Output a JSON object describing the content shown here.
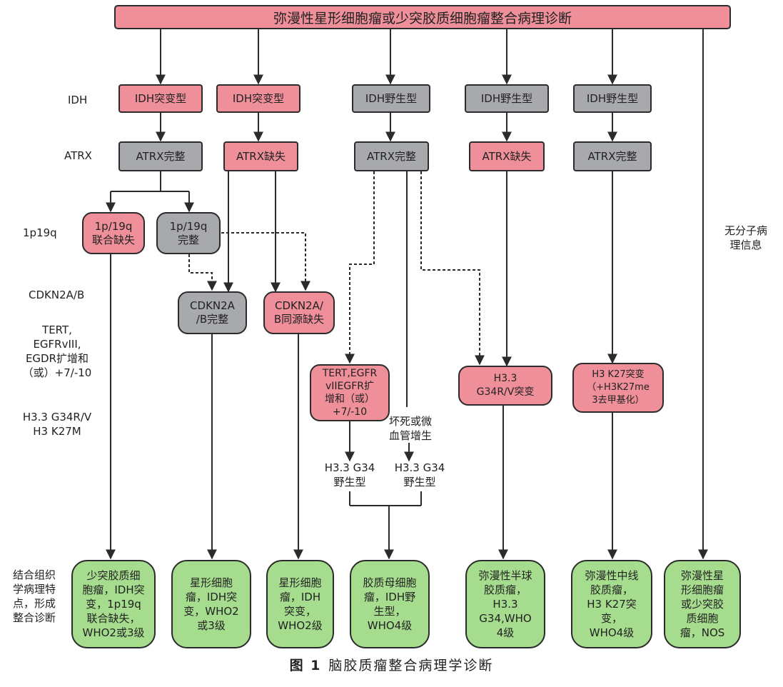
{
  "title": "弥漫性星形细胞瘤或少突胶质细胞瘤整合病理诊断",
  "row_labels": {
    "idh": "IDH",
    "atrx": "ATRX",
    "p19q": "1p19q",
    "cdkn": "CDKN2A/B",
    "tert": "TERT,\nEGFRvIII,\nEGDR扩增和\n（或）+7/-10",
    "h33": "H3.3 G34R/V\nH3 K27M",
    "integrate": "结合组织\n学病理特\n点，形成\n整合诊断"
  },
  "idh_nodes": [
    "IDH突变型",
    "IDH突变型",
    "IDH野生型",
    "IDH野生型",
    "IDH野生型"
  ],
  "atrx_nodes": [
    "ATRX完整",
    "ATRX缺失",
    "ATRX完整",
    "ATRX缺失",
    "ATRX完整"
  ],
  "p19q_nodes": {
    "codel": "1p/19q\n联合缺失",
    "intact": "1p/19q\n完整"
  },
  "cdkn_nodes": {
    "intact": "CDKN2A\n/B完整",
    "deleted": "CDKN2A/\nB同源缺失"
  },
  "tert_node": "TERT,EGFR\nvIIEGFR扩\n增和（或）\n+7/-10",
  "necrosis_label": "坏死或微\n血管增生",
  "h33_nodes": {
    "g34": "H3.3\nG34R/V突变",
    "k27": "H3 K27突变\n（+H3K27me\n3去甲基化）"
  },
  "wildtype_labels": [
    "H3.3 G34\n野生型",
    "H3.3 G34\n野生型"
  ],
  "no_info_label": "无分子病\n理信息",
  "final_nodes": [
    "少突胶质细\n胞瘤，IDH突\n变，1p19q\n联合缺失，\nWHO2或3级",
    "星形细胞\n瘤，IDH突\n变，WHO2\n或3级",
    "星形细胞\n瘤，IDH\n突变，\nWHO2级",
    "胶质母细胞\n瘤，IDH野\n生型，\nWHO4级",
    "弥漫性半球\n胶质瘤，\nH3.3\nG34,WHO\n4级",
    "弥漫性中线\n胶质瘤，\nH3 K27突\n变，\nWHO4级",
    "弥漫性星\n形细胞瘤\n或少突胶\n质细胞\n瘤，NOS"
  ],
  "caption": {
    "number": "图 1",
    "text": "脑胶质瘤整合病理学诊断"
  },
  "colors": {
    "pink": "#ee8f99",
    "gray": "#a7a9ad",
    "green": "#a6dc8e",
    "line": "#2b2b2b"
  }
}
